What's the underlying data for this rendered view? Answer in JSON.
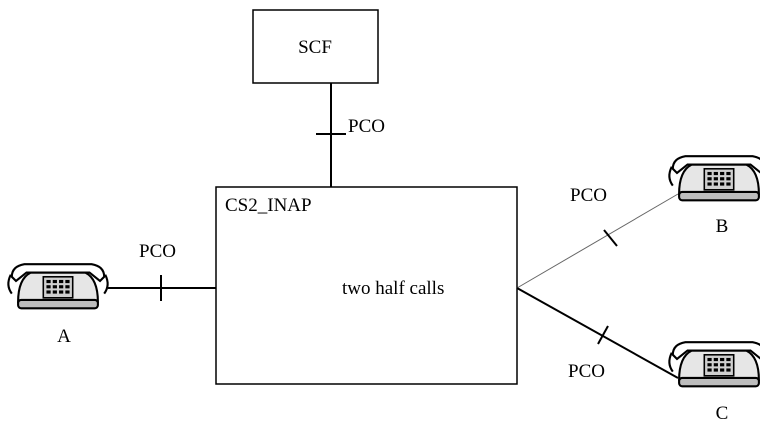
{
  "scf": {
    "label": "SCF"
  },
  "cs2": {
    "title": "CS2_INAP",
    "body": "two half calls"
  },
  "pco": {
    "scf_link": "PCO",
    "a_link": "PCO",
    "b_link": "PCO",
    "c_link": "PCO"
  },
  "phones": {
    "a": {
      "label": "A"
    },
    "b": {
      "label": "B"
    },
    "c": {
      "label": "C"
    }
  },
  "colors": {
    "line": "#000000",
    "thin_line": "#777777",
    "phone_shade": "#cfcfcf"
  },
  "icons": {
    "phone": "telephone-icon"
  }
}
